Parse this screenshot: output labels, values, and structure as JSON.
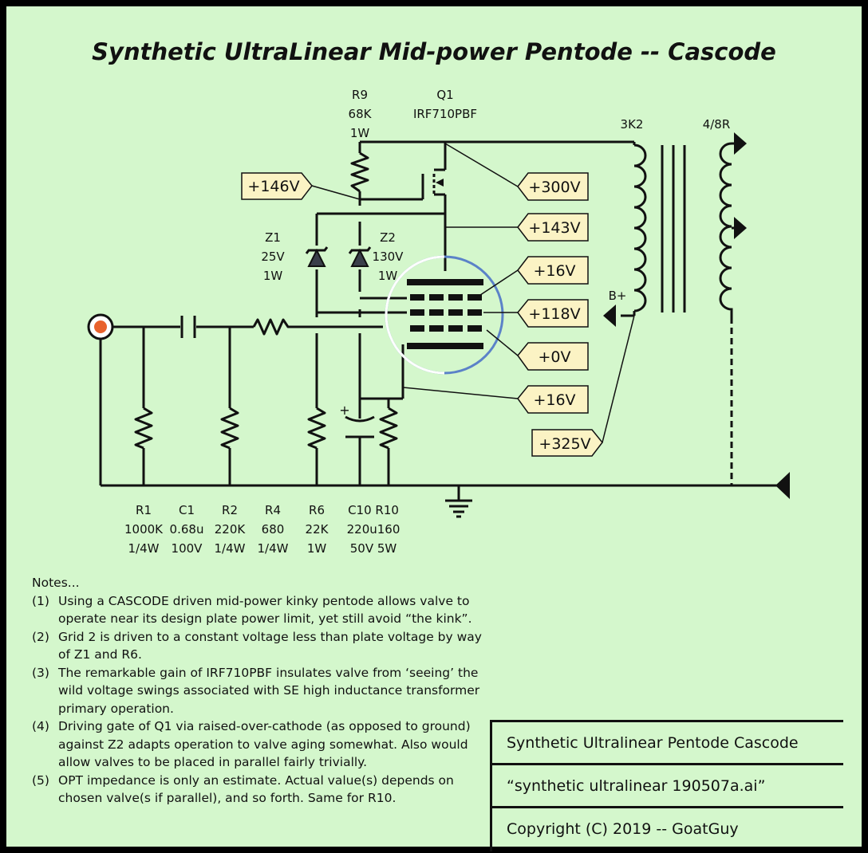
{
  "title": "Synthetic UltraLinear Mid-power Pentode -- Cascode",
  "top_components": {
    "r9": {
      "ref": "R9",
      "value": "68K",
      "rating": "1W"
    },
    "q1": {
      "ref": "Q1",
      "part": "IRF710PBF"
    },
    "z1": {
      "ref": "Z1",
      "value": "25V",
      "rating": "1W"
    },
    "z2": {
      "ref": "Z2",
      "value": "130V",
      "rating": "1W"
    },
    "transformer_primary": "3K2",
    "transformer_secondary": "4/8R",
    "bplus": "B+"
  },
  "voltage_tags": {
    "v146": "+146V",
    "v300": "+300V",
    "v143": "+143V",
    "v16a": "+16V",
    "v118": "+118V",
    "v0": "+0V",
    "v16b": "+16V",
    "v325": "+325V"
  },
  "cap_polarity": "+",
  "bom": [
    {
      "ref": "R1",
      "value": "1000K",
      "rating": "1/4W"
    },
    {
      "ref": "C1",
      "value": "0.68u",
      "rating": "100V"
    },
    {
      "ref": "R2",
      "value": "220K",
      "rating": "1/4W"
    },
    {
      "ref": "R4",
      "value": "680",
      "rating": "1/4W"
    },
    {
      "ref": "R6",
      "value": "22K",
      "rating": "1W"
    },
    {
      "ref": "C10 R10",
      "value": "220u160",
      "rating": "50V  5W"
    }
  ],
  "notes": {
    "heading": "Notes...",
    "items": [
      {
        "num": "(1)",
        "text": "Using a CASCODE driven mid-power kinky pentode allows valve to operate near its design plate power limit, yet still avoid “the kink”."
      },
      {
        "num": "(2)",
        "text": "Grid 2 is driven to a constant voltage less than plate voltage by way of Z1 and R6."
      },
      {
        "num": "(3)",
        "text": "The remarkable gain of IRF710PBF insulates valve from ‘seeing’ the wild voltage swings associated with SE high inductance transformer primary operation."
      },
      {
        "num": "(4)",
        "text": "Driving gate of Q1 via raised-over-cathode (as opposed to ground) against Z2 adapts operation to valve aging somewhat. Also would allow valves to be placed in parallel fairly trivially."
      },
      {
        "num": "(5)",
        "text": "OPT impedance is only an estimate.  Actual value(s) depends on chosen valve(s if parallel), and so forth.     Same for R10."
      }
    ]
  },
  "title_block": {
    "name": "Synthetic Ultralinear Pentode Cascode",
    "file": "“synthetic ultralinear 190507a.ai”",
    "copyright": "Copyright (C) 2019 -- GoatGuy"
  },
  "colors": {
    "background": "#d4f7cc",
    "tag_fill": "#fbf3c4",
    "input_jack": "#e8612c",
    "tube_envelope": "#5b82c8",
    "ink": "#111111"
  }
}
